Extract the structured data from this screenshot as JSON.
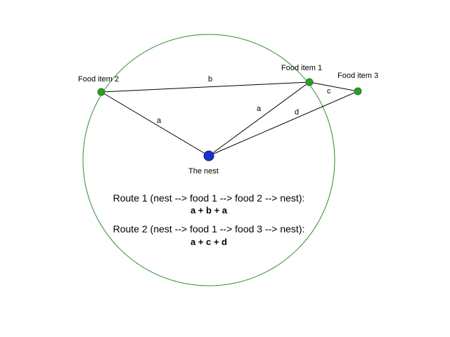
{
  "nodes": {
    "food2": "Food item 2",
    "food1": "Food item 1",
    "food3": "Food item 3",
    "nest": "The nest"
  },
  "edges": {
    "b": "b",
    "c": "c",
    "a_left": "a",
    "a_right": "a",
    "d": "d"
  },
  "routes": [
    {
      "title": "Route 1 (nest --> food 1 --> food 2 --> nest):",
      "formula": "a + b + a"
    },
    {
      "title": "Route 2 (nest --> food 1 --> food 3 --> nest):",
      "formula": "a + c + d"
    }
  ],
  "colors": {
    "circle": "#2e8b2e",
    "food_node": "#2aa02a",
    "nest_node": "#1a33cc",
    "edge": "#000000"
  }
}
